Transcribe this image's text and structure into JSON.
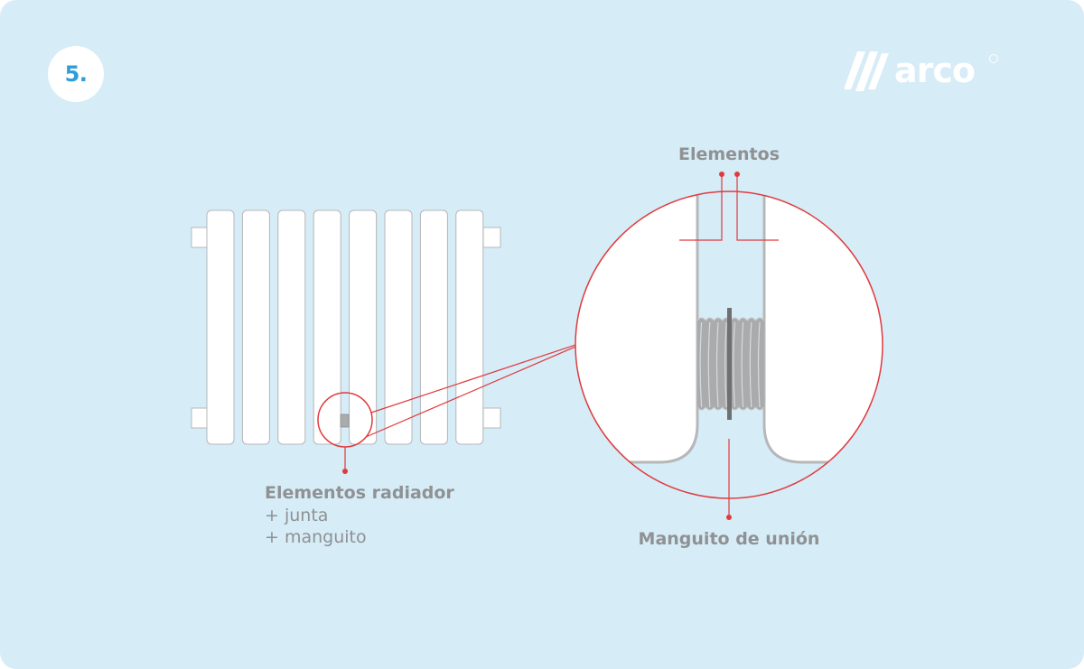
{
  "step": {
    "number": "5."
  },
  "brand": {
    "name": "arco"
  },
  "labels": {
    "elementos": "Elementos",
    "radiator_title": "Elementos radiador",
    "radiator_line2": "+ junta",
    "radiator_line3": "+ manguito",
    "manguito": "Manguito de unión"
  },
  "colors": {
    "background": "#d6ecf7",
    "accent_red": "#e03a3e",
    "text_gray": "#8f9193",
    "badge_blue": "#2f9ed8",
    "element_fill": "#ffffff",
    "element_stroke": "#b5b7b9",
    "sleeve_fill": "#a9abad"
  },
  "icons": {
    "brand_mark": "arco-stripes-icon",
    "registered": "registered-mark-icon"
  }
}
